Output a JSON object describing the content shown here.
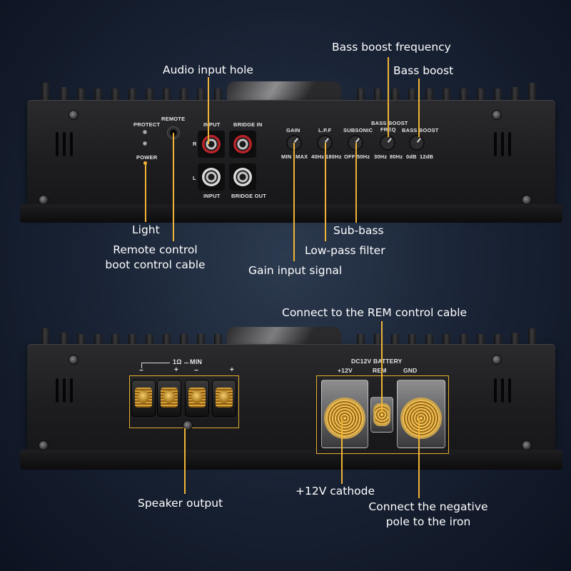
{
  "callouts": {
    "bass_boost_frequency": "Bass boost frequency",
    "audio_input_hole": "Audio input hole",
    "bass_boost": "Bass boost",
    "light": "Light",
    "sub_bass": "Sub-bass",
    "remote_control_line1": "Remote control",
    "remote_control_line2": "boot control cable",
    "low_pass_filter": "Low-pass filter",
    "gain_input_signal": "Gain input signal",
    "connect_rem": "Connect to the REM control cable",
    "speaker_output": "Speaker output",
    "plus12v_cathode": "+12V cathode",
    "negative_line1": "Connect the negative",
    "negative_line2": "pole to the iron"
  },
  "top_panel": {
    "protect": "PROTECT",
    "power": "POWER",
    "remote": "REMOTE",
    "input_top": "INPUT",
    "bridge_in": "BRIDGE IN",
    "input_bottom": "INPUT",
    "bridge_out": "BRIDGE OUT",
    "channel_r": "R",
    "channel_l": "L",
    "controls": [
      {
        "label": "GAIN",
        "min": "MIN",
        "max": "MAX"
      },
      {
        "label": "L.P.F",
        "min": "40Hz",
        "max": "180Hz"
      },
      {
        "label": "SUBSONIC",
        "min": "OFF",
        "max": "50Hz"
      },
      {
        "label_line1": "BASS BOOST",
        "label_line2": "FREQ",
        "min": "30Hz",
        "max": "80Hz"
      },
      {
        "label": "BASS BOOST",
        "min": "0dB",
        "max": "12dB"
      }
    ]
  },
  "bottom_panel": {
    "impedance": "1Ω",
    "min": "MIN",
    "polarity": [
      "−",
      "+",
      "−",
      "+"
    ],
    "battery_label": "DC12V BATTERY",
    "plus12v": "+12V",
    "rem": "REM",
    "gnd": "GND"
  },
  "colors": {
    "accent": "#f0b434",
    "background": "#1a2436",
    "rca_red": "#b8232a",
    "rca_white": "#d9d9d9"
  }
}
